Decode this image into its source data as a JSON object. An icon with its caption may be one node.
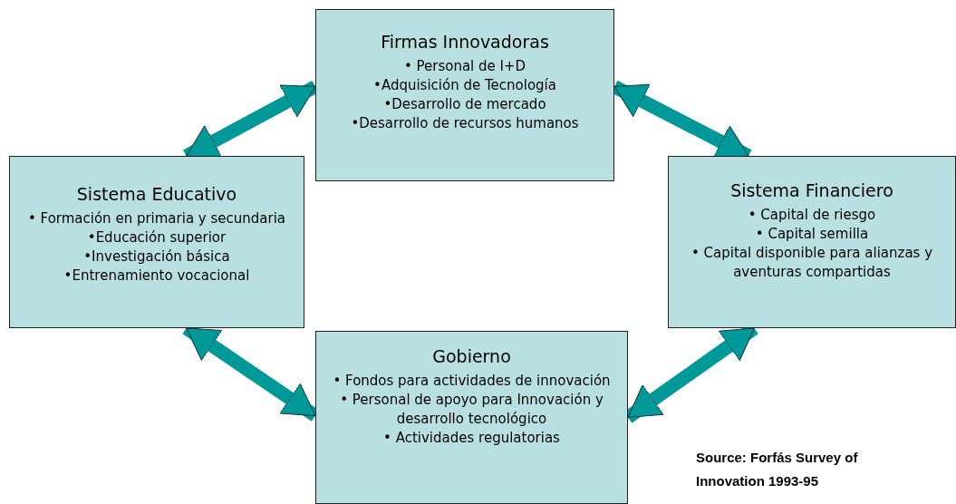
{
  "diagram": {
    "nodes": [
      {
        "text": [
          "Firmas Innovadoras",
          "• Personal de I+D",
          "•Adquisición de Tecnología",
          "•Desarrollo de mercado",
          "•Desarrollo de recursos humanos"
        ]
      },
      {
        "text": [
          "Sistema Educativo",
          "• Formación en primaria y secundaria",
          "•Educación superior",
          "•Investigación básica",
          "•Entrenamiento vocacional"
        ]
      },
      {
        "text": [
          "Sistema Financiero",
          "• Capital de riesgo",
          "• Capital semilla",
          "• Capital disponible para alianzas y aventuras compartidas"
        ]
      },
      {
        "text": [
          "Gobierno",
          "•  Fondos para actividades de innovación",
          "• Personal de apoyo para Innovación y desarrollo tecnológico",
          "• Actividades regulatorias"
        ]
      }
    ],
    "edges": [
      {
        "from": 0,
        "to": 1,
        "arrow": "both"
      },
      {
        "from": 0,
        "to": 2,
        "arrow": "both"
      },
      {
        "from": 1,
        "to": 3,
        "arrow": "both"
      },
      {
        "from": 2,
        "to": 3,
        "arrow": "both"
      }
    ],
    "labels": [
      "Source: Forfás Survey of Innovation 1993-95"
    ]
  }
}
